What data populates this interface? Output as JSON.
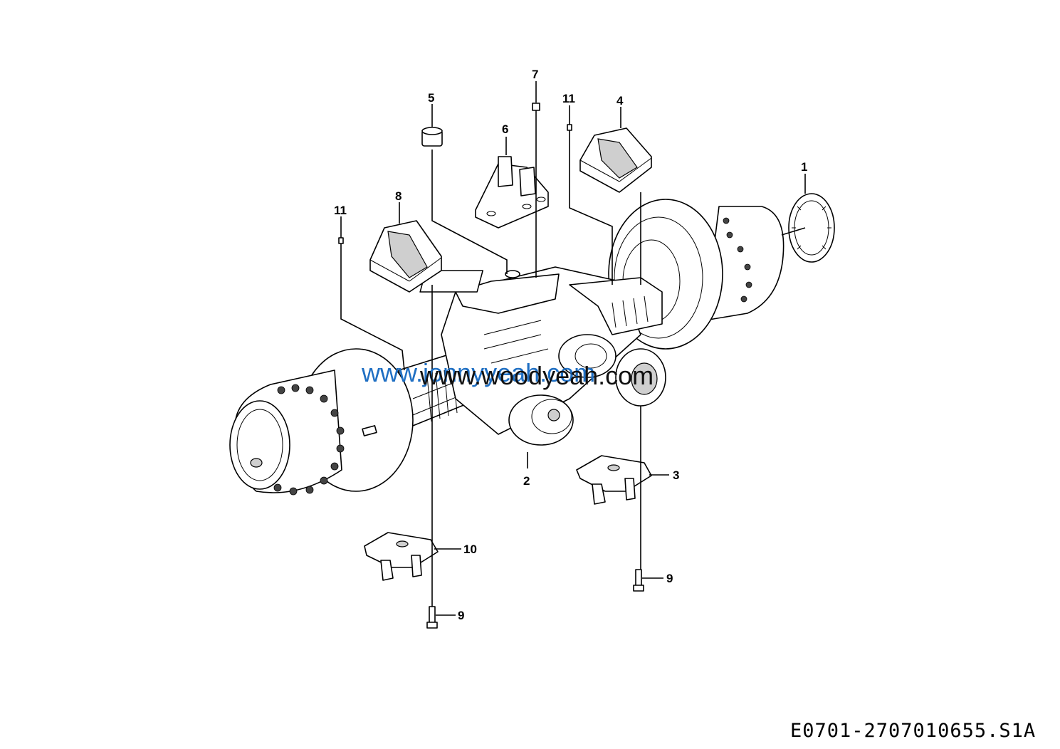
{
  "diagram": {
    "drawing_code": "E0701-2707010655.S1A",
    "watermark_primary": "www.jonnyyeah.com",
    "watermark_secondary": "www.woodyeah.com",
    "callouts": [
      {
        "id": "c1",
        "label": "1"
      },
      {
        "id": "c2",
        "label": "2"
      },
      {
        "id": "c3",
        "label": "3"
      },
      {
        "id": "c4",
        "label": "4"
      },
      {
        "id": "c5",
        "label": "5"
      },
      {
        "id": "c6",
        "label": "6"
      },
      {
        "id": "c7",
        "label": "7"
      },
      {
        "id": "c8",
        "label": "8"
      },
      {
        "id": "c9a",
        "label": "9"
      },
      {
        "id": "c9b",
        "label": "9"
      },
      {
        "id": "c10",
        "label": "10"
      },
      {
        "id": "c11a",
        "label": "11"
      },
      {
        "id": "c11b",
        "label": "11"
      }
    ]
  }
}
